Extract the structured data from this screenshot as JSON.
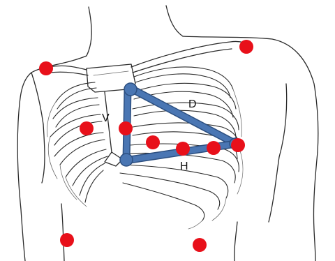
{
  "labels": {
    "vertical": "V",
    "diagonal": "D",
    "horizontal": "H"
  },
  "colors": {
    "electrode": "#e8101a",
    "lead_line": "#4a76b3",
    "lead_line_edge": "#2c4f80",
    "junction": "#4a76b3",
    "ink": "#2a2a2a"
  }
}
